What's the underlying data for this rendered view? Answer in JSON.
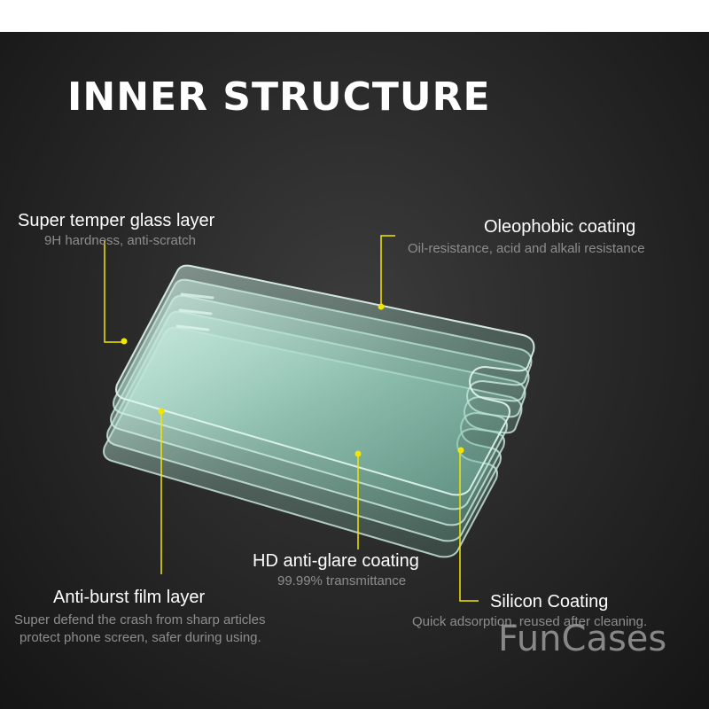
{
  "title": "INNER STRUCTURE",
  "layers": {
    "super_temper": {
      "label": "Super temper glass layer",
      "desc": "9H hardness, anti-scratch"
    },
    "oleophobic": {
      "label": "Oleophobic coating",
      "desc": "Oil-resistance, acid and alkali resistance"
    },
    "hd_anti_glare": {
      "label": "HD anti-glare coating",
      "desc": "99.99% transmittance"
    },
    "anti_burst": {
      "label": "Anti-burst film layer",
      "desc_line1": "Super defend the crash from sharp articles",
      "desc_line2": "protect phone screen, safer during using."
    },
    "silicon": {
      "label": "Silicon Coating",
      "desc": "Quick adsorption, reused after cleaning."
    }
  },
  "brand": "FunCases",
  "colors": {
    "accent": "#f2e600",
    "glass": "#bfe6d8",
    "background": "#2a2a2a"
  }
}
